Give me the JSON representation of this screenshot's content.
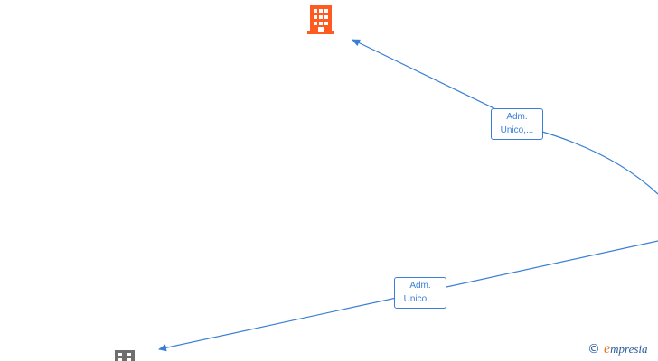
{
  "nodes": {
    "company_top": {
      "icon": "building-icon",
      "color": "#ff5a1f"
    },
    "company_bottom": {
      "icon": "building-icon",
      "color": "#6e6e6e"
    }
  },
  "edges": [
    {
      "label_line1": "Adm.",
      "label_line2": "Unico,..."
    },
    {
      "label_line1": "Adm.",
      "label_line2": "Unico,..."
    }
  ],
  "colors": {
    "edge": "#3a7fd5"
  },
  "watermark": {
    "symbol": "©",
    "brand_initial": "e",
    "brand_rest": "mpresia"
  }
}
